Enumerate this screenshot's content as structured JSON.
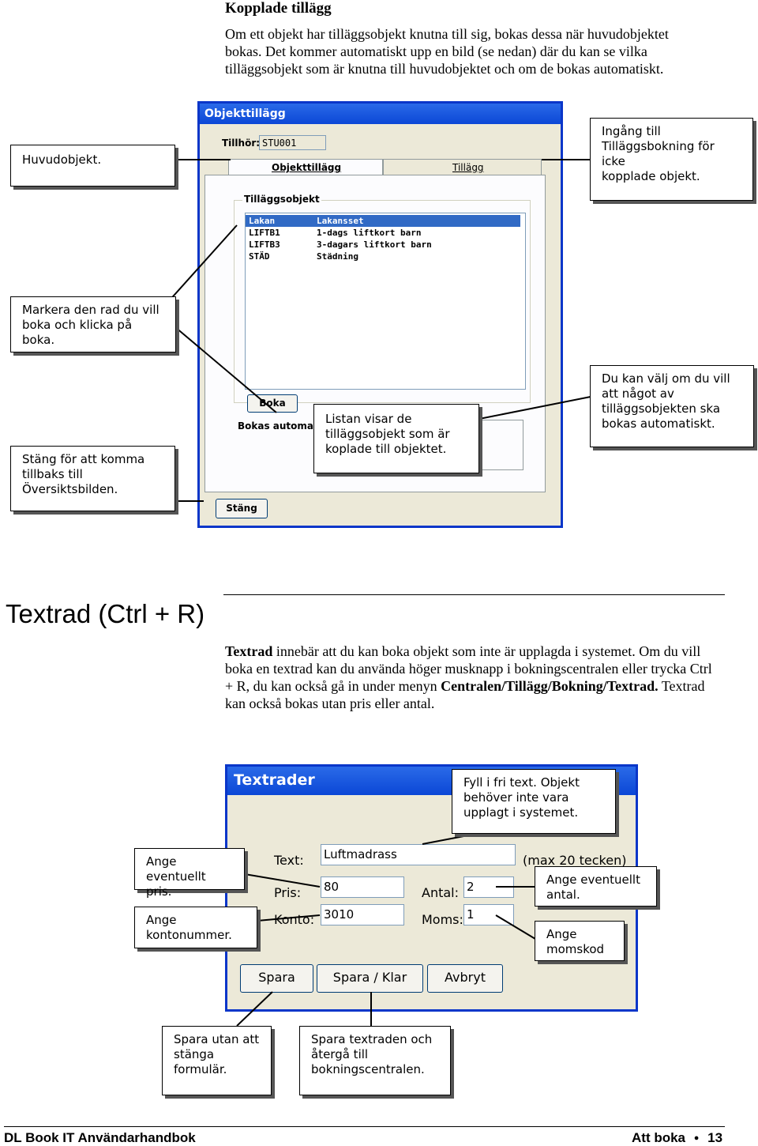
{
  "section1": {
    "heading": "Kopplade tillägg",
    "paragraph": [
      "Om ett objekt har tilläggsobjekt knutna till sig, bokas dessa när huvudobjektet",
      "bokas. Det kommer automatiskt upp en bild (se nedan) där du kan se vilka",
      "tilläggsobjekt som är knutna till huvudobjektet och om de bokas automatiskt."
    ]
  },
  "window1": {
    "title": "Objekttillägg",
    "tillhor_label": "Tillhör:",
    "tillhor_value": "STU001",
    "tab_objekttillagg": "Objekttillägg",
    "tab_tillagg": "Tillägg",
    "group_label": "Tilläggsobjekt",
    "rows": [
      {
        "code": "Lakan",
        "name": "Lakansset"
      },
      {
        "code": "LIFTB1",
        "name": "1-dags liftkort barn"
      },
      {
        "code": "LIFTB3",
        "name": "3-dagars liftkort barn"
      },
      {
        "code": "STÄD",
        "name": "Städning"
      }
    ],
    "boka_button": "Boka",
    "bokas_automatis_label": "Bokas automatis",
    "stang_button": "Stäng"
  },
  "callouts1": {
    "huvudobjekt": "Huvudobjekt.",
    "ingang": [
      "Ingång till",
      "Tilläggsbokning för icke",
      "kopplade objekt."
    ],
    "markera": [
      "Markera den rad du vill",
      "boka och klicka på",
      "boka."
    ],
    "stang": [
      "Stäng för att komma",
      "tillbaks till",
      "Översiktsbilden."
    ],
    "listan": [
      "Listan visar de",
      "tilläggsobjekt som är",
      "koplade till objektet."
    ],
    "dukan": [
      "Du kan välj om du vill",
      "att något av",
      "tilläggsobjekten ska",
      "bokas automatiskt."
    ]
  },
  "section2": {
    "heading": "Textrad (Ctrl + R)",
    "bold1": "Textrad",
    "text1": " innebär att du kan boka objekt som inte är upplagda i systemet. Om du vill boka en textrad kan du använda höger musknapp i bokningscentralen eller trycka Ctrl + R, du kan också gå in under menyn ",
    "bold2": "Centralen/Tillägg/Bokning/Textrad.",
    "text2": " Textrad kan också bokas utan pris eller antal."
  },
  "window2": {
    "title": "Textrader",
    "text_label": "Text:",
    "text_value": "Luftmadrass",
    "max_note": "(max 20 tecken)",
    "pris_label": "Pris:",
    "pris_value": "80",
    "antal_label": "Antal:",
    "antal_value": "2",
    "konto_label": "Konto:",
    "konto_value": "3010",
    "moms_label": "Moms:",
    "moms_value": "1",
    "spara": "Spara",
    "spara_klar": "Spara / Klar",
    "avbryt": "Avbryt"
  },
  "callouts2": {
    "fyll": [
      "Fyll i fri text. Objekt",
      "behöver inte vara",
      "upplagt i systemet."
    ],
    "pris": [
      "Ange",
      "eventuellt pris."
    ],
    "konto": [
      "Ange",
      "kontonummer."
    ],
    "antal": [
      "Ange eventuellt",
      "antal."
    ],
    "moms": [
      "Ange",
      "momskod"
    ],
    "spara_utan": [
      "Spara utan att",
      "stänga",
      "formulär."
    ],
    "spara_och": [
      "Spara textraden och",
      "återgå till",
      "bokningscentralen."
    ]
  },
  "footer": {
    "left": "DL Book IT Användarhandbok",
    "right_section": "Att boka",
    "bullet": "●",
    "page": "13"
  }
}
